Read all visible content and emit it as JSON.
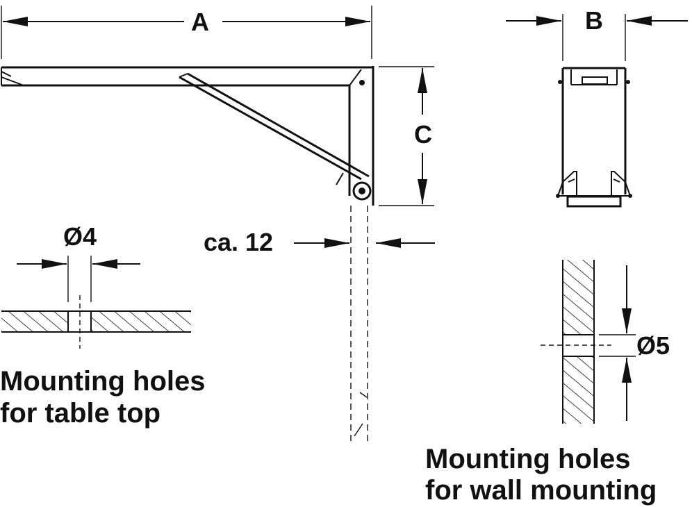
{
  "dimensions": {
    "a": "A",
    "b": "B",
    "c": "C",
    "offset": "ca. 12",
    "table_hole_diameter": "Ø4",
    "wall_hole_diameter": "Ø5"
  },
  "captions": {
    "table_top": {
      "line1": "Mounting holes",
      "line2": "for table top"
    },
    "wall": {
      "line1": "Mounting holes",
      "line2": "for wall mounting"
    }
  }
}
